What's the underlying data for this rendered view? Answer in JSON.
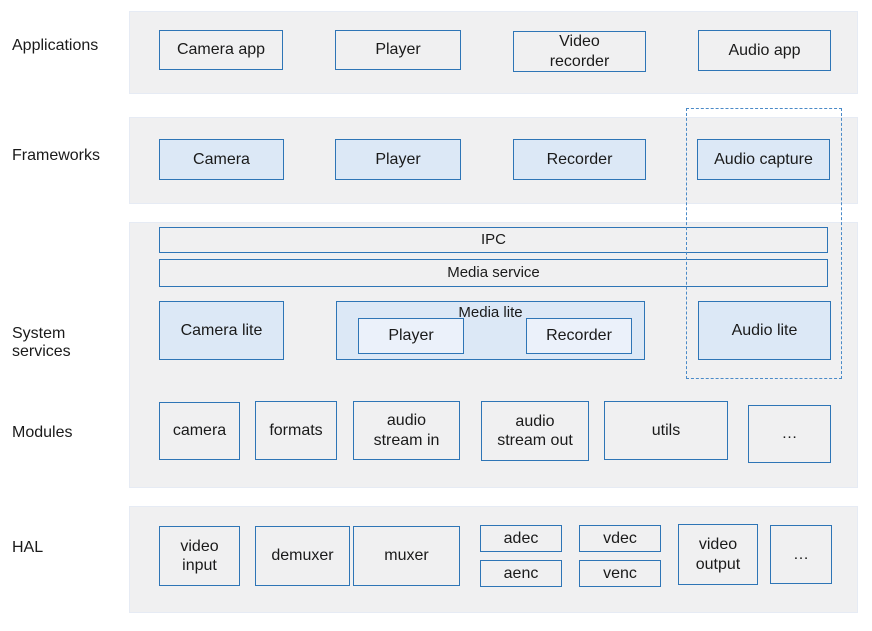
{
  "colors": {
    "band_bg": "#f0f0f1",
    "band_border": "#e6ebf4",
    "box_border": "#2e75b6",
    "blue_fill": "#dce8f6",
    "inner_fill": "#ebf1fa",
    "dashed": "#4a8ac8",
    "text": "#1a1a1a"
  },
  "layers": {
    "applications_label": "Applications",
    "frameworks_label": "Frameworks",
    "system_services_label": "System\nservices",
    "modules_label": "Modules",
    "hal_label": "HAL"
  },
  "applications": {
    "camera_app": "Camera app",
    "player": "Player",
    "video_recorder": "Video\nrecorder",
    "audio_app": "Audio app"
  },
  "frameworks": {
    "camera": "Camera",
    "player": "Player",
    "recorder": "Recorder",
    "audio_capture": "Audio capture"
  },
  "system_services": {
    "ipc": "IPC",
    "media_service": "Media service",
    "camera_lite": "Camera lite",
    "media_lite": "Media lite",
    "player": "Player",
    "recorder": "Recorder",
    "audio_lite": "Audio lite"
  },
  "modules": {
    "camera": "camera",
    "formats": "formats",
    "audio_stream_in": "audio\nstream in",
    "audio_stream_out": "audio\nstream out",
    "utils": "utils",
    "more": "…"
  },
  "hal": {
    "video_input": "video\ninput",
    "demuxer": "demuxer",
    "muxer": "muxer",
    "adec": "adec",
    "aenc": "aenc",
    "vdec": "vdec",
    "venc": "venc",
    "video_output": "video\noutput",
    "more": "…"
  }
}
